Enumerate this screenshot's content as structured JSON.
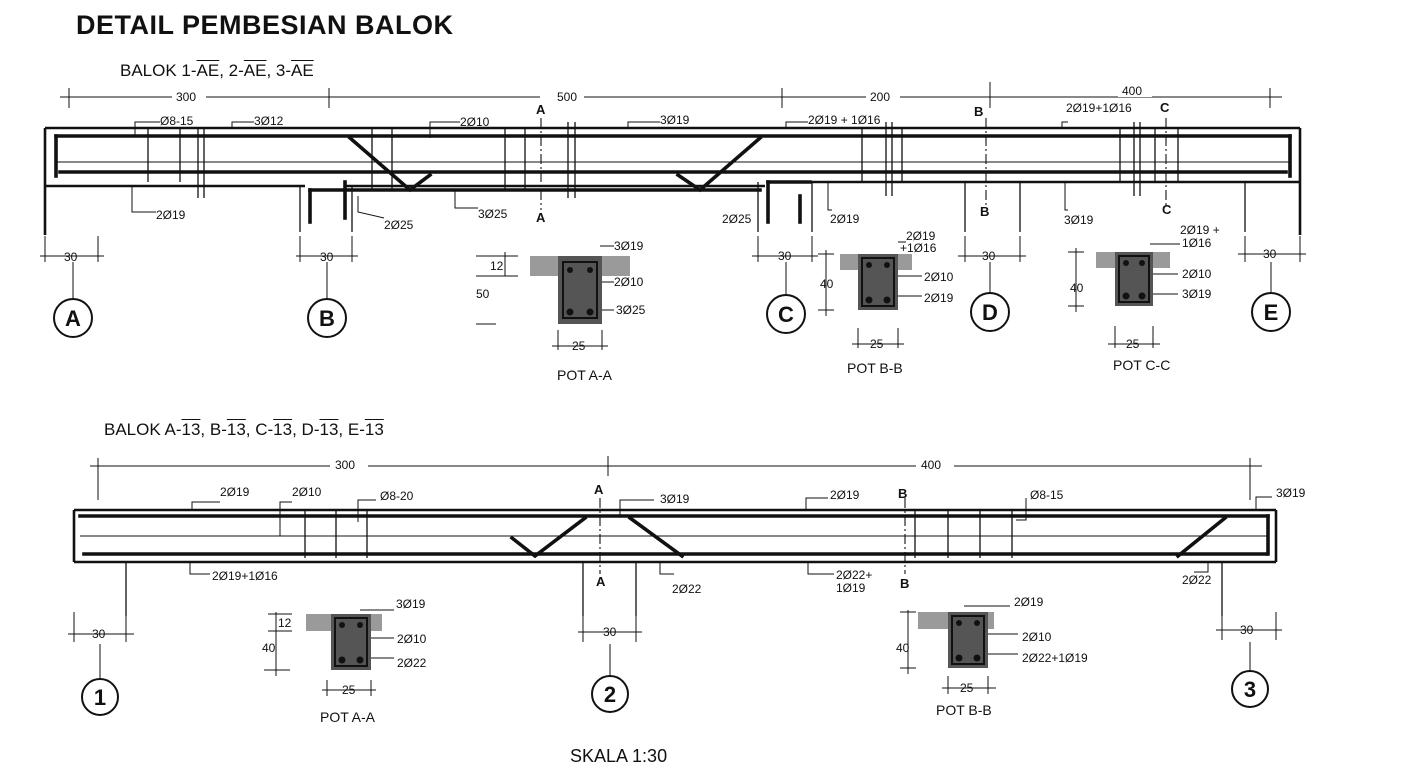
{
  "title": "DETAIL PEMBESIAN BALOK",
  "scale": "SKALA 1:30",
  "beam1": {
    "title_prefix": "BALOK 1-",
    "title_a": "AE",
    "sep2": ", 2-",
    "title_b": "AE",
    "sep3": ", 3-",
    "title_c": "AE",
    "dims": [
      "300",
      "500",
      "200",
      "400"
    ],
    "support_dim": "30",
    "labels": {
      "stirrup": "Ø8-15",
      "top_left": "3Ø12",
      "top_mid": "2Ø10",
      "top_main": "3Ø19",
      "top_c": "2Ø19 + 1Ø16",
      "top_right": "2Ø19+1Ø16",
      "bot_left": "2Ø19",
      "bot_b": "2Ø25",
      "bot_mid": "3Ø25",
      "bot_c": "2Ø25",
      "bot_cd": "2Ø19",
      "bot_right": "3Ø19"
    },
    "cuts": [
      "A",
      "A",
      "B",
      "B",
      "C",
      "C"
    ],
    "axes": [
      "A",
      "B",
      "C",
      "D",
      "E"
    ],
    "sections": [
      {
        "name": "POT A-A",
        "top": "3Ø19",
        "mid": "2Ø10",
        "bot": "3Ø25",
        "h_top": "12",
        "h": "50",
        "w": "25"
      },
      {
        "name": "POT B-B",
        "top": "2Ø19",
        "top2": "+1Ø16",
        "mid": "2Ø10",
        "bot": "2Ø19",
        "h": "40",
        "w": "25"
      },
      {
        "name": "POT C-C",
        "top": "2Ø19 +",
        "top2": "1Ø16",
        "mid": "2Ø10",
        "bot": "3Ø19",
        "h": "40",
        "w": "25"
      }
    ]
  },
  "beam2": {
    "title_prefix": "BALOK A-",
    "t1": "13",
    "sep2": ", B-",
    "t2": "13",
    "sep3": ", C-",
    "t3": "13",
    "sep4": ", D-",
    "t4": "13",
    "sep5": ", E-",
    "t5": "13",
    "dims": [
      "300",
      "400"
    ],
    "support_dim": "30",
    "labels": {
      "top_left": "2Ø19",
      "top_mid": "2Ø10",
      "stirrup_left": "Ø8-20",
      "top_center": "3Ø19",
      "top_r": "2Ø19",
      "stirrup_right": "Ø8-15",
      "top_end": "3Ø19",
      "bot_left": "2Ø19+1Ø16",
      "bot_center": "2Ø22",
      "bot_r1": "2Ø22+",
      "bot_r2": "1Ø19",
      "bot_end": "2Ø22"
    },
    "cuts": [
      "A",
      "A",
      "B",
      "B"
    ],
    "axes": [
      "1",
      "2",
      "3"
    ],
    "sections": [
      {
        "name": "POT A-A",
        "top": "3Ø19",
        "mid": "2Ø10",
        "bot": "2Ø22",
        "h_top": "12",
        "h": "40",
        "w": "25"
      },
      {
        "name": "POT B-B",
        "top": "2Ø19",
        "mid": "2Ø10",
        "bot": "2Ø22+1Ø19",
        "h": "40",
        "w": "25"
      }
    ]
  }
}
